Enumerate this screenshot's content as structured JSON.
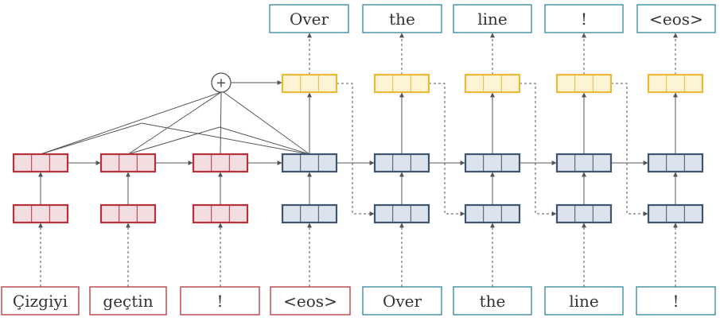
{
  "colors": {
    "encoder_border": "#b5323a",
    "encoder_fill": "#f2dde0",
    "decoder_border": "#3e5470",
    "decoder_fill": "#dde3ec",
    "attention_border": "#e9b93a",
    "attention_fill": "#fdf4d6",
    "source_token_border": "#b5323a",
    "target_token_border": "#31849b",
    "arrow": "#555555"
  },
  "source_tokens": [
    "Çizgiyi",
    "geçtin",
    "!",
    "<eos>"
  ],
  "decoder_inputs": [
    "Over",
    "the",
    "line",
    "!"
  ],
  "outputs": [
    "Over",
    "the",
    "line",
    "!",
    "<eos>"
  ],
  "combine_symbol": "+"
}
